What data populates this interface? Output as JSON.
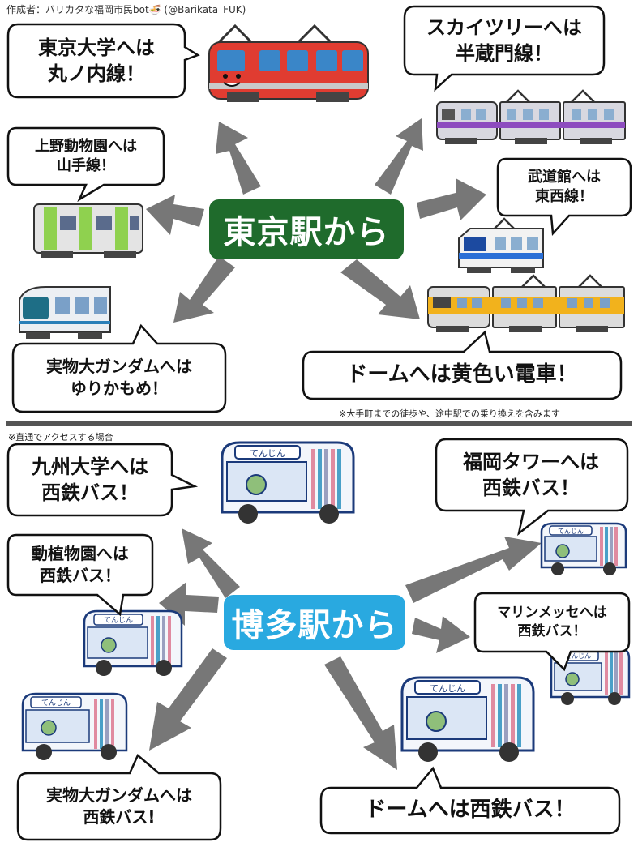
{
  "credit": "作成者：バリカタな福岡市民bot🍜 (@Barikata_FUK)",
  "colors": {
    "tokyo_station": "#1f6b2c",
    "hakata_station": "#29a9e0",
    "arrow": "#777777",
    "divider": "#555555"
  },
  "tokyo": {
    "station_label": "東京駅から",
    "destinations": {
      "todai": {
        "line1": "東京大学へは",
        "line2": "丸ノ内線！"
      },
      "skytree": {
        "line1": "スカイツリーへは",
        "line2": "半蔵門線！"
      },
      "ueno": {
        "line1": "上野動物園へは",
        "line2": "山手線！"
      },
      "budokan": {
        "line1": "武道館へは",
        "line2": "東西線！"
      },
      "gundam": {
        "line1": "実物大ガンダムへは",
        "line2": "ゆりかもめ！"
      },
      "dome": {
        "line1": "ドームへは黄色い電車！"
      }
    },
    "footnote": "※大手町までの徒歩や、途中駅での乗り換えを含みます"
  },
  "hakata": {
    "header_note": "※直通でアクセスする場合",
    "station_label": "博多駅から",
    "destinations": {
      "kyudai": {
        "line1": "九州大学へは",
        "line2": "西鉄バス！"
      },
      "tower": {
        "line1": "福岡タワーへは",
        "line2": "西鉄バス！"
      },
      "zoo": {
        "line1": "動植物園へは",
        "line2": "西鉄バス！"
      },
      "marine": {
        "line1": "マリンメッセへは",
        "line2": "西鉄バス！"
      },
      "gundam": {
        "line1": "実物大ガンダムへは",
        "line2": "西鉄バス!"
      },
      "dome": {
        "line1": "ドームへは西鉄バス！"
      }
    },
    "bus_sign": "てんじん"
  },
  "vehicles": {
    "marunouchi": "red-subway-train",
    "hanzomon": "purple-stripe-train",
    "yamanote": "green-stripe-train",
    "tozai": "blue-stripe-train",
    "yurikamome": "yurikamome-train",
    "yellow": "yellow-train",
    "bus": "nishitetsu-bus"
  }
}
